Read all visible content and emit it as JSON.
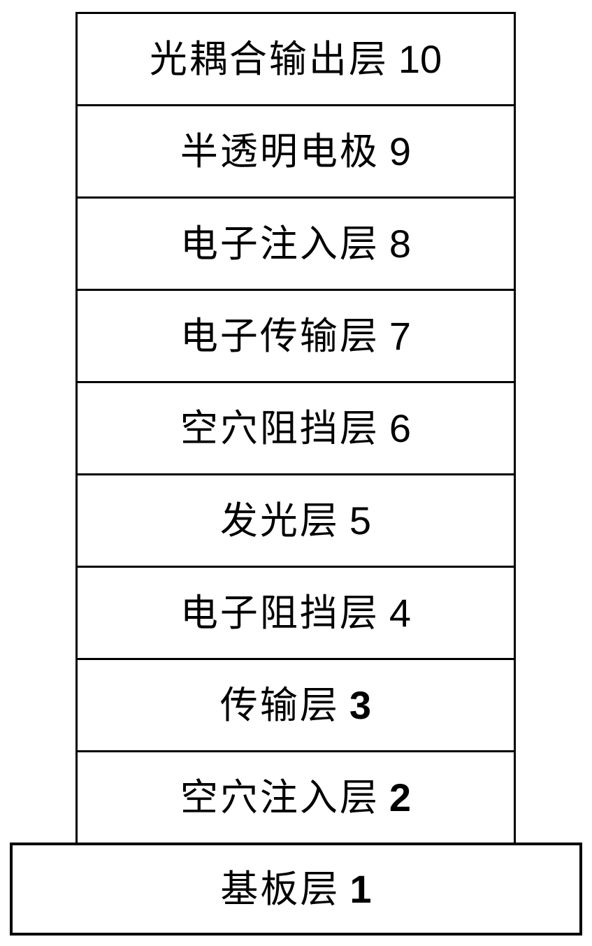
{
  "figure": {
    "layers": [
      {
        "name": "光耦合输出层",
        "ref": "10",
        "bold_ref": false
      },
      {
        "name": "半透明电极",
        "ref": "9",
        "bold_ref": false
      },
      {
        "name": "电子注入层",
        "ref": "8",
        "bold_ref": false
      },
      {
        "name": "电子传输层",
        "ref": "7",
        "bold_ref": false
      },
      {
        "name": "空穴阻挡层",
        "ref": "6",
        "bold_ref": false
      },
      {
        "name": "发光层",
        "ref": "5",
        "bold_ref": false
      },
      {
        "name": "电子阻挡层",
        "ref": "4",
        "bold_ref": false
      },
      {
        "name": "传输层",
        "ref": "3",
        "bold_ref": true
      },
      {
        "name": "空穴注入层",
        "ref": "2",
        "bold_ref": true
      }
    ],
    "base_layer": {
      "name": "基板层",
      "ref": "1",
      "bold_ref": true
    }
  },
  "colors": {
    "line": "#000000",
    "background": "#ffffff"
  }
}
